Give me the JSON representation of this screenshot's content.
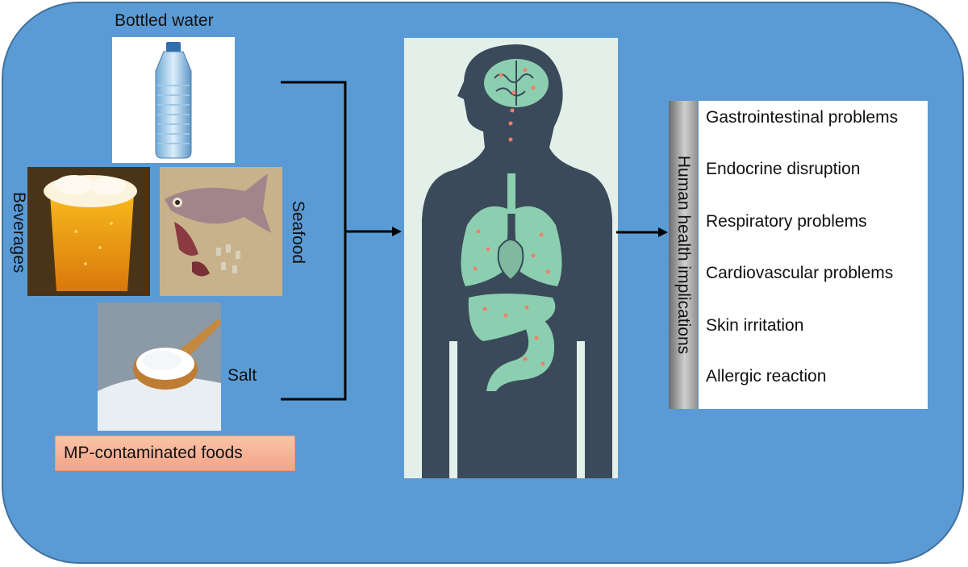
{
  "sources": {
    "bottled_water": "Bottled water",
    "beverages": "Beverages",
    "seafood": "Seafood",
    "salt": "Salt",
    "footer": "MP-contaminated foods"
  },
  "implications": {
    "title": "Human health implications",
    "items": [
      "Gastrointestinal problems",
      "Endocrine disruption",
      "Respiratory problems",
      "Cardiovascular problems",
      "Skin irritation",
      "Allergic reaction"
    ]
  },
  "colors": {
    "background": "#5b9bd5",
    "silhouette": "#3a4a5a",
    "organ": "#8ccfb0",
    "particle": "#f07f6b"
  }
}
